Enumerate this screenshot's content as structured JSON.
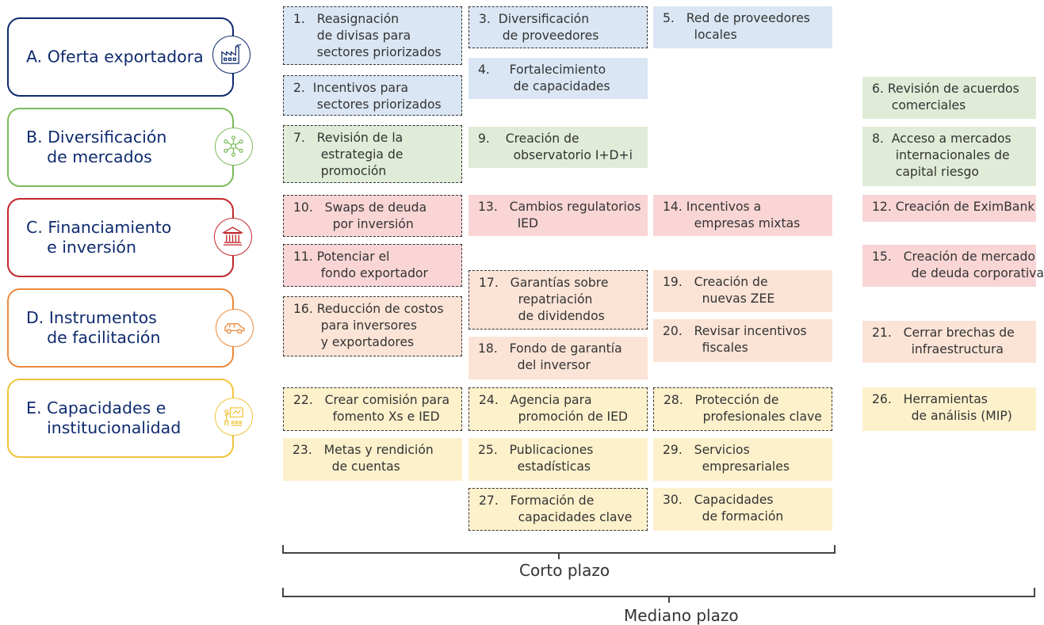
{
  "categories": [
    {
      "label": "A. Oferta exportadora",
      "icon": "factory-icon",
      "color": "#0f2b6e"
    },
    {
      "label": "B. Diversificación\n    de mercados",
      "icon": "network-icon",
      "color": "#7cbb5c"
    },
    {
      "label": "C. Financiamiento\n    e inversión",
      "icon": "bank-icon",
      "color": "#c0272d"
    },
    {
      "label": "D. Instrumentos\n    de facilitación",
      "icon": "car-icon",
      "color": "#ee8a3c"
    },
    {
      "label": "E. Capacidades e\n    institucionalidad",
      "icon": "presentation-icon",
      "color": "#f1c43c"
    }
  ],
  "actions": [
    "1.   Reasignación\n      de divisas para\n      sectores priorizados",
    "2.  Incentivos para\n      sectores priorizados",
    "3.  Diversificación\n      de proveedores",
    "4.     Fortalecimiento\n         de capacidades",
    "5.   Red de proveedores\n        locales",
    "6. Revisión de acuerdos\n     comerciales",
    "7.   Revisión de la\n       estrategia de\n       promoción",
    "8.  Acceso a mercados\n      internacionales de\n      capital riesgo",
    "9.    Creación de\n         observatorio I+D+i",
    "10.   Swaps de deuda\n          por inversión",
    "11. Potenciar el\n       fondo exportador",
    "12. Creación de EximBank",
    "13.   Cambios regulatorios\n          IED",
    "14. Incentivos a\n        empresas mixtas",
    "15.   Creación de mercado\n          de deuda corporativa",
    "16. Reducción de costos\n       para inversores\n       y exportadores",
    "17.   Garantías sobre\n          repatriación\n          de dividendos",
    "18.   Fondo de garantía\n          del inversor",
    "19.   Creación de\n          nuevas ZEE",
    "20.   Revisar incentivos\n          fiscales",
    "21.   Cerrar brechas de\n          infraestructura",
    "22.   Crear comisión para\n          fomento Xs e IED",
    "23.   Metas y rendición\n          de cuentas",
    "24.   Agencia para\n          promoción de IED",
    "25.   Publicaciones\n          estadísticas",
    "26.   Herramientas\n          de análisis (MIP)",
    "27.   Formación de\n          capacidades clave",
    "28.   Protección de\n          profesionales clave",
    "29.   Servicios\n          empresariales",
    "30.   Capacidades\n          de formación"
  ],
  "timeline": {
    "short": "Corto plazo",
    "medium": "Mediano plazo"
  }
}
